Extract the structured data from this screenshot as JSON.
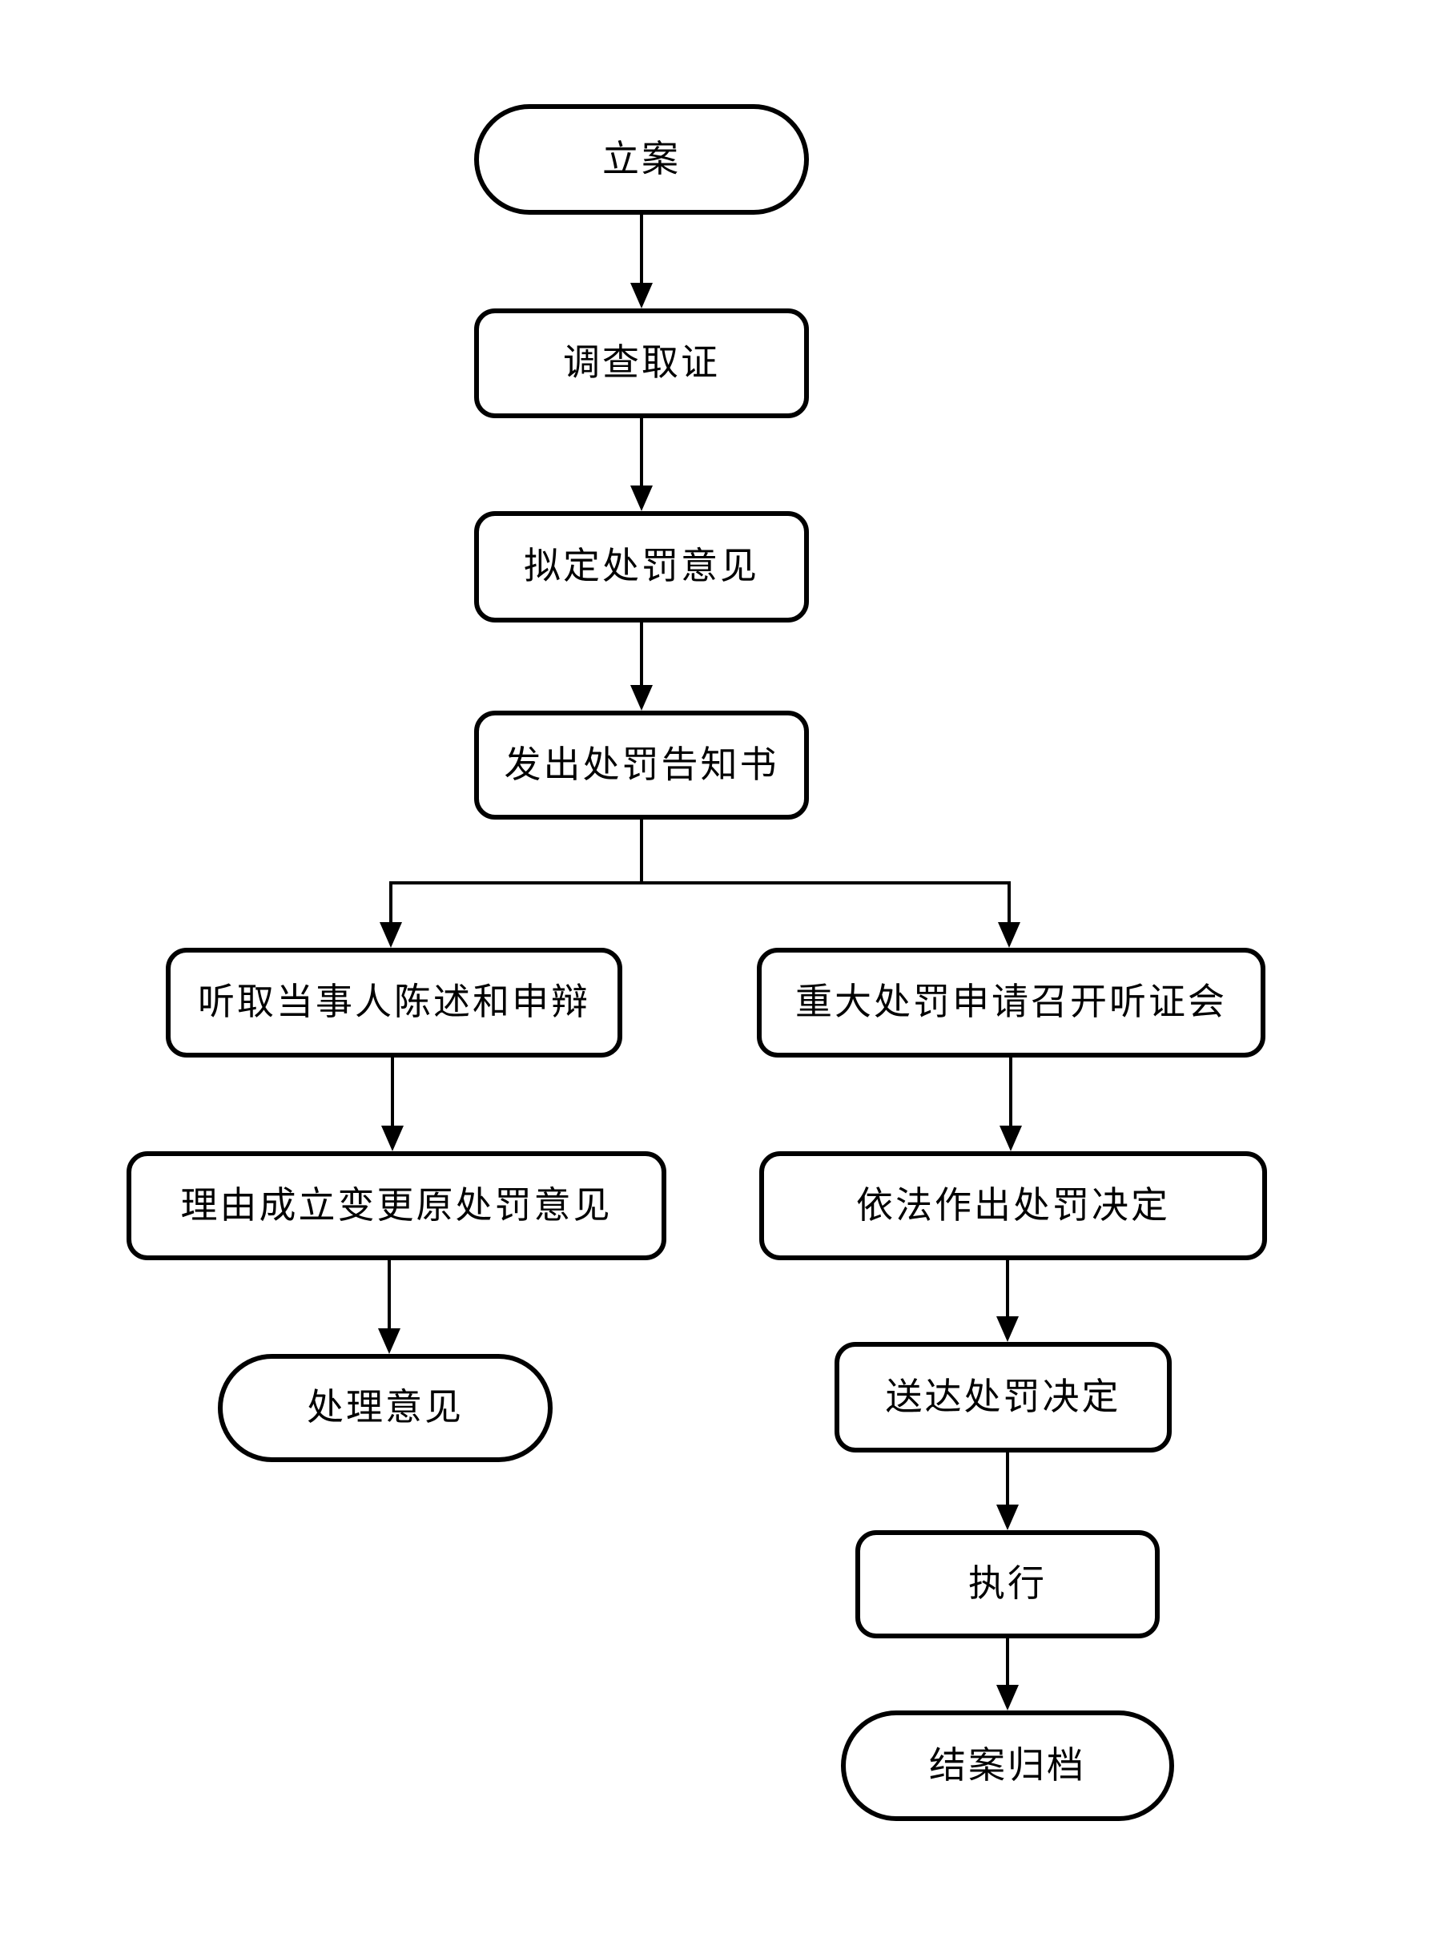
{
  "diagram": {
    "type": "flowchart",
    "colors": {
      "stroke": "#000000",
      "background": "#ffffff",
      "text": "#000000"
    },
    "nodes": [
      {
        "id": "case-filing",
        "shape": "terminator",
        "label": "立案"
      },
      {
        "id": "investigation",
        "shape": "process",
        "label": "调查取证"
      },
      {
        "id": "draft-penalty-opinion",
        "shape": "process",
        "label": "拟定处罚意见"
      },
      {
        "id": "issue-penalty-notice",
        "shape": "process",
        "label": "发出处罚告知书"
      },
      {
        "id": "hear-statement-defense",
        "shape": "process",
        "label": "听取当事人陈述和申辩"
      },
      {
        "id": "major-penalty-hearing",
        "shape": "process",
        "label": "重大处罚申请召开听证会"
      },
      {
        "id": "modify-original-opinion",
        "shape": "process",
        "label": "理由成立变更原处罚意见"
      },
      {
        "id": "make-penalty-decision",
        "shape": "process",
        "label": "依法作出处罚决定"
      },
      {
        "id": "handling-opinion",
        "shape": "terminator",
        "label": "处理意见"
      },
      {
        "id": "deliver-penalty-decision",
        "shape": "process",
        "label": "送达处罚决定"
      },
      {
        "id": "execution",
        "shape": "process",
        "label": "执行"
      },
      {
        "id": "close-and-archive",
        "shape": "terminator",
        "label": "结案归档"
      }
    ],
    "edges": [
      {
        "from": "case-filing",
        "to": "investigation"
      },
      {
        "from": "investigation",
        "to": "draft-penalty-opinion"
      },
      {
        "from": "draft-penalty-opinion",
        "to": "issue-penalty-notice"
      },
      {
        "from": "issue-penalty-notice",
        "to": "hear-statement-defense"
      },
      {
        "from": "issue-penalty-notice",
        "to": "major-penalty-hearing"
      },
      {
        "from": "hear-statement-defense",
        "to": "modify-original-opinion"
      },
      {
        "from": "modify-original-opinion",
        "to": "handling-opinion"
      },
      {
        "from": "major-penalty-hearing",
        "to": "make-penalty-decision"
      },
      {
        "from": "make-penalty-decision",
        "to": "deliver-penalty-decision"
      },
      {
        "from": "deliver-penalty-decision",
        "to": "execution"
      },
      {
        "from": "execution",
        "to": "close-and-archive"
      }
    ]
  }
}
